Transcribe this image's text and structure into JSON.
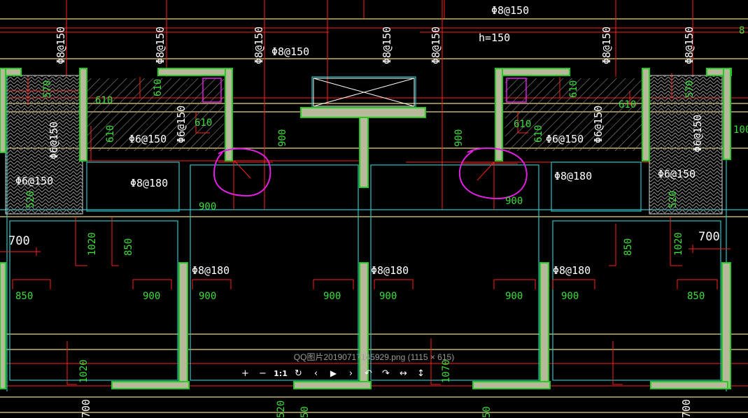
{
  "viewer": {
    "caption": "QQ图片20190717145929.png (1115 × 615)",
    "toolbar": {
      "zoom_in": "+",
      "zoom_out": "−",
      "actual_size": "1:1",
      "refresh": "↻",
      "prev": "‹",
      "play": "▶",
      "next": "›",
      "rotate_left": "↶",
      "rotate_right": "↷",
      "flip_horizontal": "↔",
      "flip_vertical": "↕"
    }
  },
  "drawing": {
    "colors": {
      "background": "#000000",
      "wall": "#22cc22",
      "dimension": "#ff2020",
      "grid_yellow": "#e8d27a",
      "cyan": "#29c4c4",
      "text_green": "#3ddc3d",
      "text_white": "#ffffff",
      "markup": "#e020e0"
    },
    "rebar_labels": {
      "top_center": "Φ8@150",
      "col_1": "Φ8@150",
      "col_2": "Φ8@150",
      "col_3": "Φ8@150",
      "col_4": "Φ8@150",
      "col_5": "Φ8@150",
      "col_6": "Φ8@150",
      "col_7": "Φ8@150",
      "mid_left": "Φ8@150",
      "slab_thickness": "h=150",
      "hatch_left_a": "Φ6@150",
      "hatch_left_b": "Φ6@150",
      "hatch_left_c": "Φ6@150",
      "hatch_left_d": "Φ6@150",
      "hatch_right_a": "Φ6@150",
      "hatch_right_b": "Φ6@150",
      "hatch_right_c": "Φ6@150",
      "hatch_right_d": "Φ6@150",
      "room_left": "Φ8@180",
      "room_right": "Φ8@180",
      "lower_1": "Φ8@180",
      "lower_2": "Φ8@180",
      "lower_3": "Φ8@180"
    },
    "dimensions": {
      "d610_a": "610",
      "d610_b": "610",
      "d610_c": "610",
      "d610_d": "610",
      "d610_e": "610",
      "d610_f": "610",
      "d610_g": "610",
      "d610_h": "610",
      "d570_a": "570",
      "d570_b": "570",
      "d520_a": "520",
      "d520_b": "520",
      "d900_a": "900",
      "d900_b": "900",
      "d900_c": "900",
      "d900_d": "900",
      "d900_e": "900",
      "d900_f": "900",
      "d900_g": "900",
      "d900_h": "900",
      "d900_i": "900",
      "d900_j": "900",
      "d850_a": "850",
      "d850_b": "850",
      "d850_c": "850",
      "d850_d": "850",
      "d1020_a": "1020",
      "d1020_b": "1020",
      "d1020_c": "1020",
      "d1070": "1070",
      "d700_left": "700",
      "d700_right": "700",
      "d1000": "100",
      "edge_8": "8",
      "bottom_700": "700",
      "bottom_520": "520",
      "bottom_50a": "50",
      "bottom_50b": "50",
      "bottom_700b": "700"
    }
  }
}
